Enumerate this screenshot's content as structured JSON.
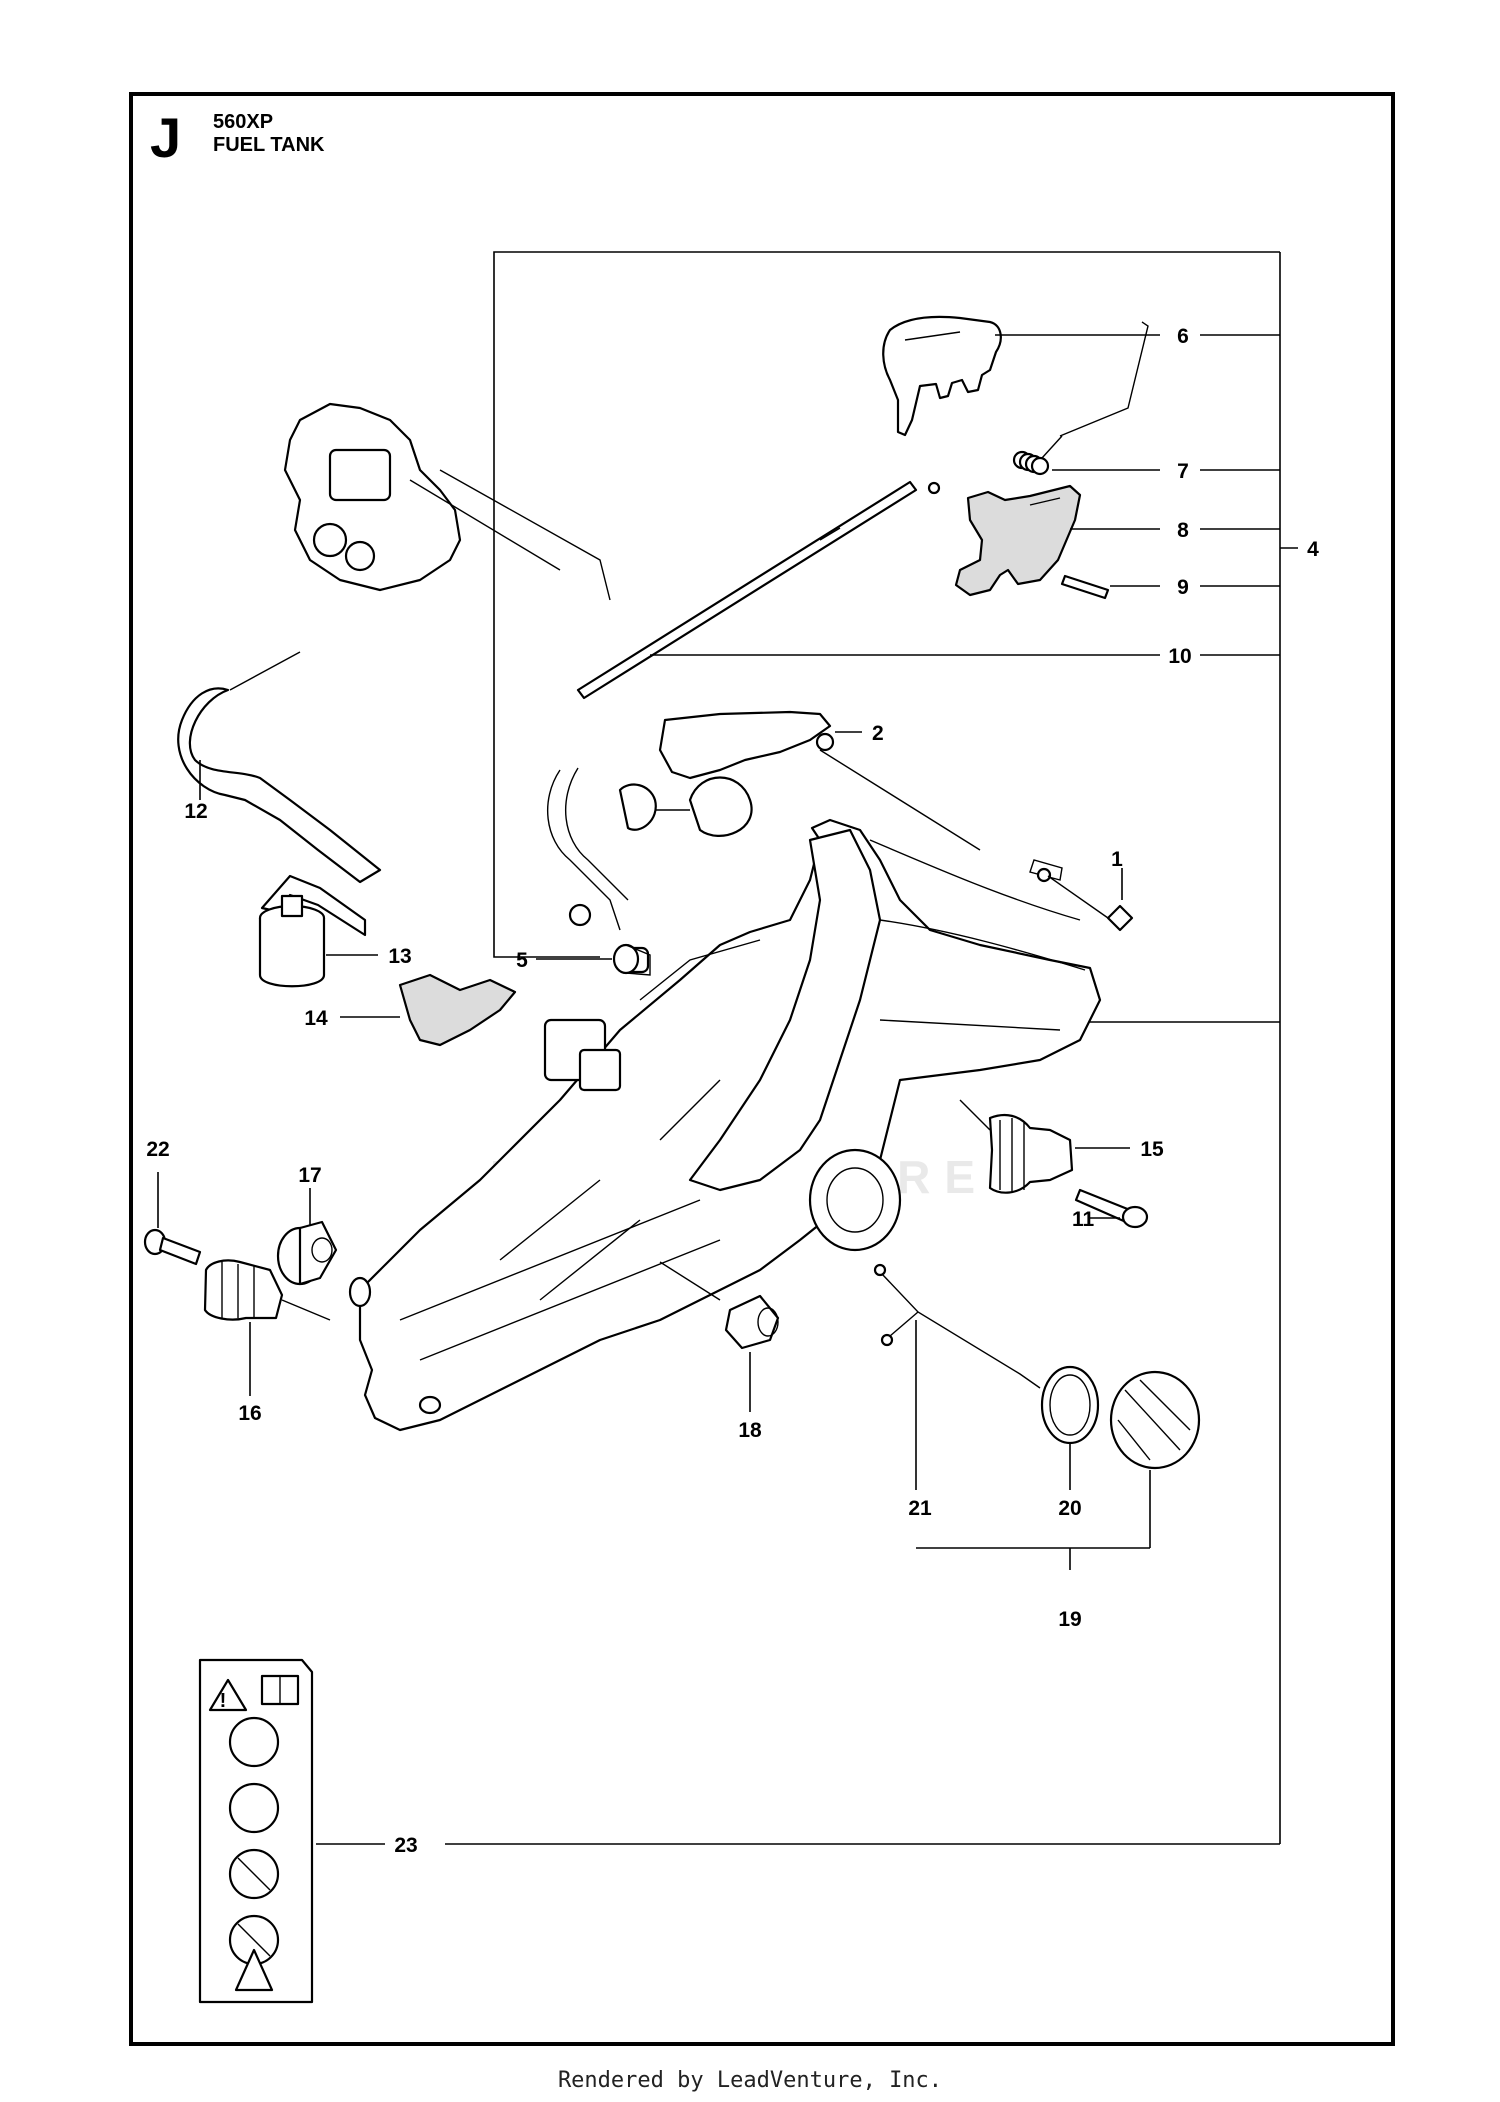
{
  "header": {
    "section_letter": "J",
    "model": "560XP",
    "title": "FUEL TANK"
  },
  "callouts": {
    "c1": "1",
    "c2": "2",
    "c4": "4",
    "c5": "5",
    "c6": "6",
    "c7": "7",
    "c8": "8",
    "c9": "9",
    "c10": "10",
    "c11": "11",
    "c12": "12",
    "c13": "13",
    "c14": "14",
    "c15": "15",
    "c16": "16",
    "c17": "17",
    "c18": "18",
    "c19": "19",
    "c20": "20",
    "c21": "21",
    "c22": "22",
    "c23": "23"
  },
  "watermark": "LEADVENTURE",
  "footer": "Rendered by LeadVenture, Inc."
}
